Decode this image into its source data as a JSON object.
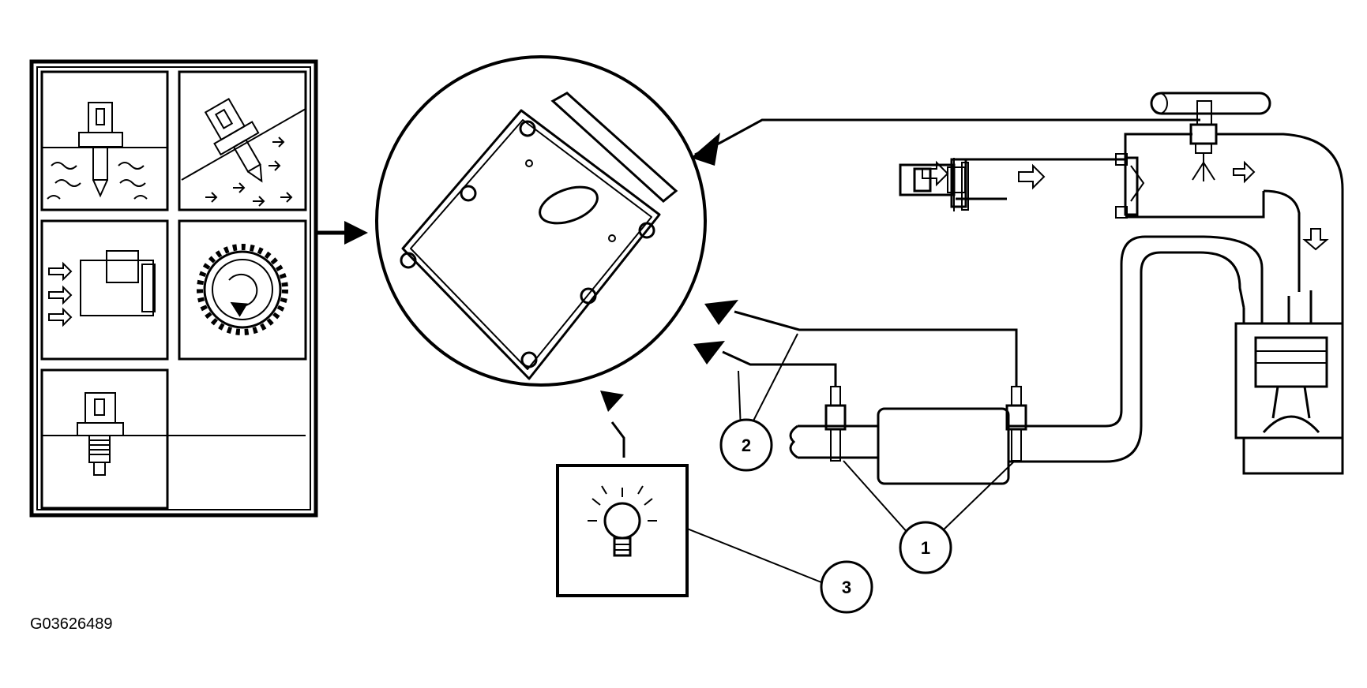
{
  "figure_id": "G03626489",
  "callouts": [
    {
      "label": "1"
    },
    {
      "label": "2"
    },
    {
      "label": "3"
    }
  ],
  "colors": {
    "ink": "#000000",
    "paper": "#ffffff"
  }
}
